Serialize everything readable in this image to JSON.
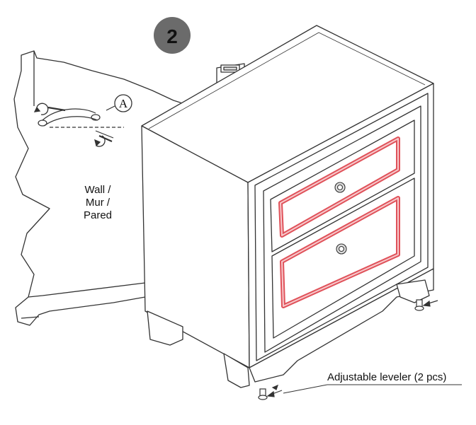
{
  "step_number": "2",
  "callout_letter": "A",
  "wall_label": [
    "Wall /",
    "Mur /",
    "Pared"
  ],
  "leveler_label": "Adjustable leveler (2 pcs)",
  "colors": {
    "line": "#333333",
    "badge": "#6b6b6b",
    "trim": "#e0525a",
    "trim_fill": "#f7c9cc"
  }
}
